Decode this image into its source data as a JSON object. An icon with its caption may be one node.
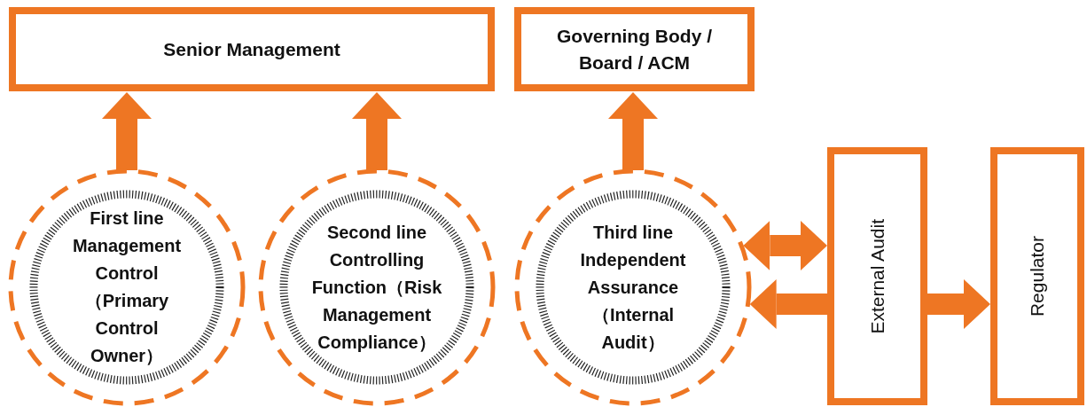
{
  "diagram": {
    "nodes": [
      {
        "text": [
          "Senior Management"
        ]
      },
      {
        "text": [
          "Governing Body / Board / ACM"
        ]
      },
      {
        "text": [
          "First line Management Control（Primary Control Owner）"
        ]
      },
      {
        "text": [
          "Second line Controlling Function（Risk Management Compliance）"
        ]
      },
      {
        "text": [
          "Third line Independent Assurance（Internal Audit）"
        ]
      },
      {
        "text": [
          "External Audit"
        ]
      },
      {
        "text": [
          "Regulator"
        ]
      }
    ],
    "edges": [
      {
        "from": 2,
        "to": 0,
        "arrow": "to"
      },
      {
        "from": 3,
        "to": 0,
        "arrow": "to"
      },
      {
        "from": 4,
        "to": 1,
        "arrow": "to"
      },
      {
        "from": 4,
        "to": 5,
        "arrow": "both"
      },
      {
        "from": 5,
        "to": 4,
        "arrow": "to"
      },
      {
        "from": 5,
        "to": 6,
        "arrow": "to"
      }
    ]
  }
}
